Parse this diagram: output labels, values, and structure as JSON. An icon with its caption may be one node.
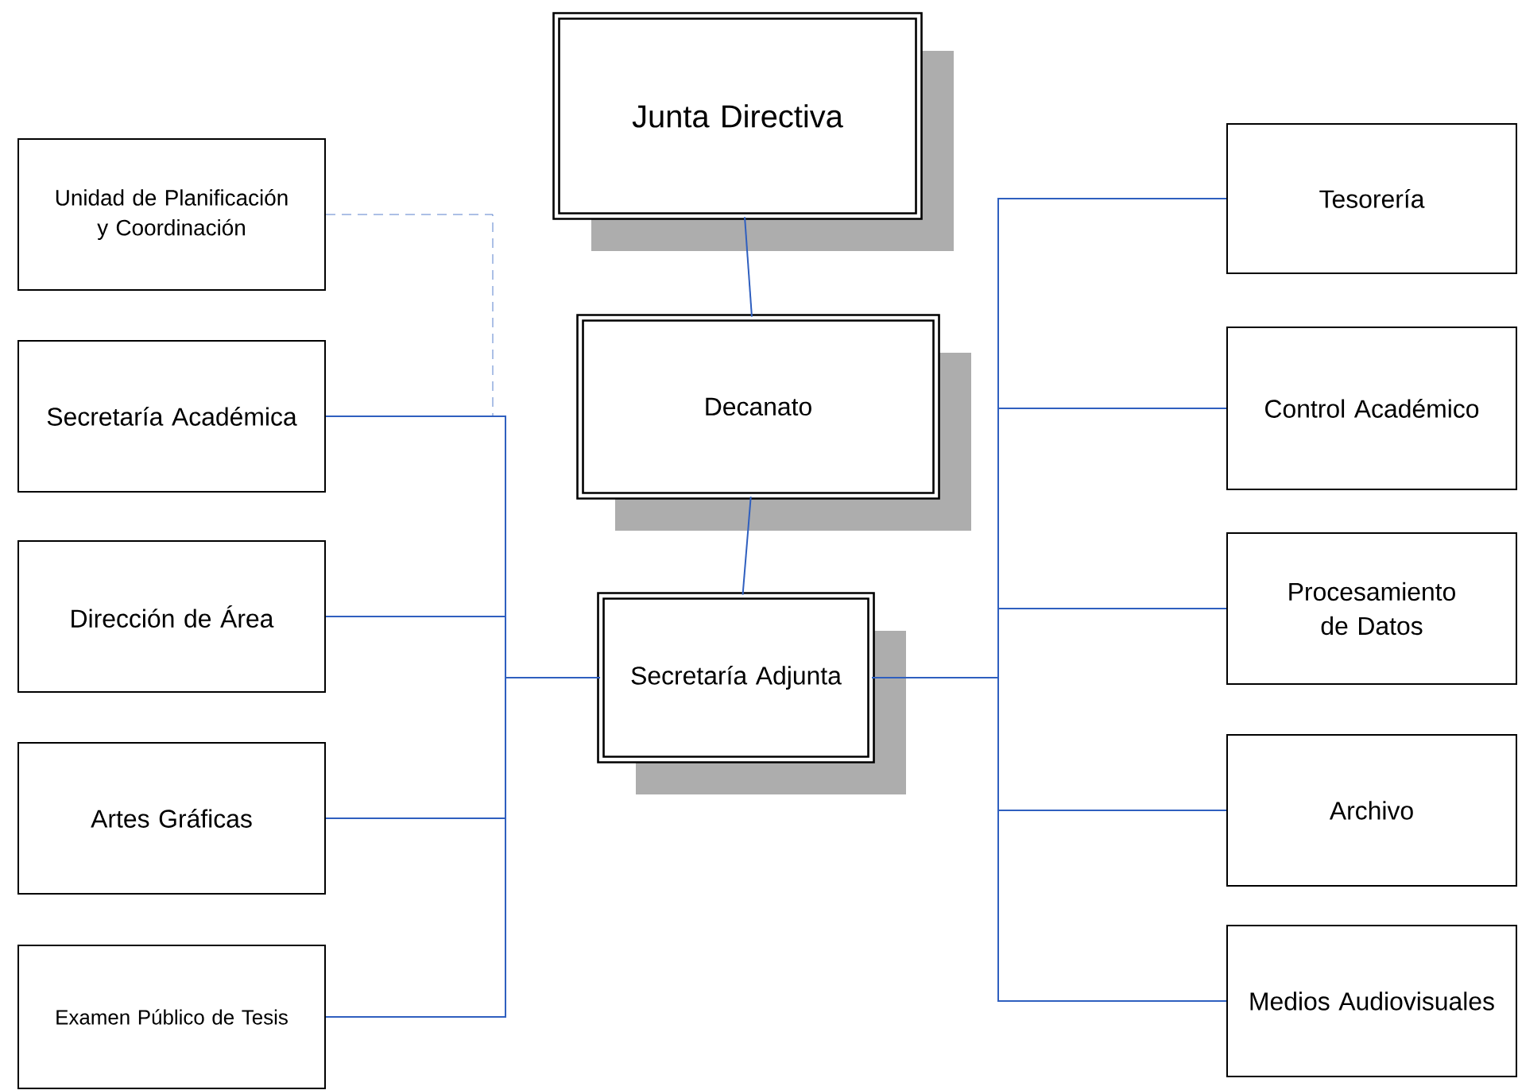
{
  "diagram": {
    "nodes": [
      {
        "text": [
          "Junta Directiva"
        ]
      },
      {
        "text": [
          "Decanato"
        ]
      },
      {
        "text": [
          "Secretaría Adjunta"
        ]
      },
      {
        "text": [
          "Unidad de Planificación y Coordinación"
        ]
      },
      {
        "text": [
          "Secretaría Académica"
        ]
      },
      {
        "text": [
          "Dirección de Área"
        ]
      },
      {
        "text": [
          "Artes Gráficas"
        ]
      },
      {
        "text": [
          "Examen Público de Tesis"
        ]
      },
      {
        "text": [
          "Tesorería"
        ]
      },
      {
        "text": [
          "Control Académico"
        ]
      },
      {
        "text": [
          "Procesamiento de Datos"
        ]
      },
      {
        "text": [
          "Archivo"
        ]
      },
      {
        "text": [
          "Medios Audiovisuales"
        ]
      }
    ],
    "edges": [
      {
        "from": 0,
        "to": 1,
        "arrow": "none"
      },
      {
        "from": 1,
        "to": 2,
        "arrow": "none"
      },
      {
        "from": 3,
        "to": 2,
        "arrow": "none",
        "style": "dashed"
      },
      {
        "from": 2,
        "to": 4,
        "arrow": "none"
      },
      {
        "from": 2,
        "to": 5,
        "arrow": "none"
      },
      {
        "from": 2,
        "to": 6,
        "arrow": "none"
      },
      {
        "from": 2,
        "to": 7,
        "arrow": "none"
      },
      {
        "from": 2,
        "to": 8,
        "arrow": "none"
      },
      {
        "from": 2,
        "to": 9,
        "arrow": "none"
      },
      {
        "from": 2,
        "to": 10,
        "arrow": "none"
      },
      {
        "from": 2,
        "to": 11,
        "arrow": "none"
      },
      {
        "from": 2,
        "to": 12,
        "arrow": "none"
      }
    ]
  }
}
